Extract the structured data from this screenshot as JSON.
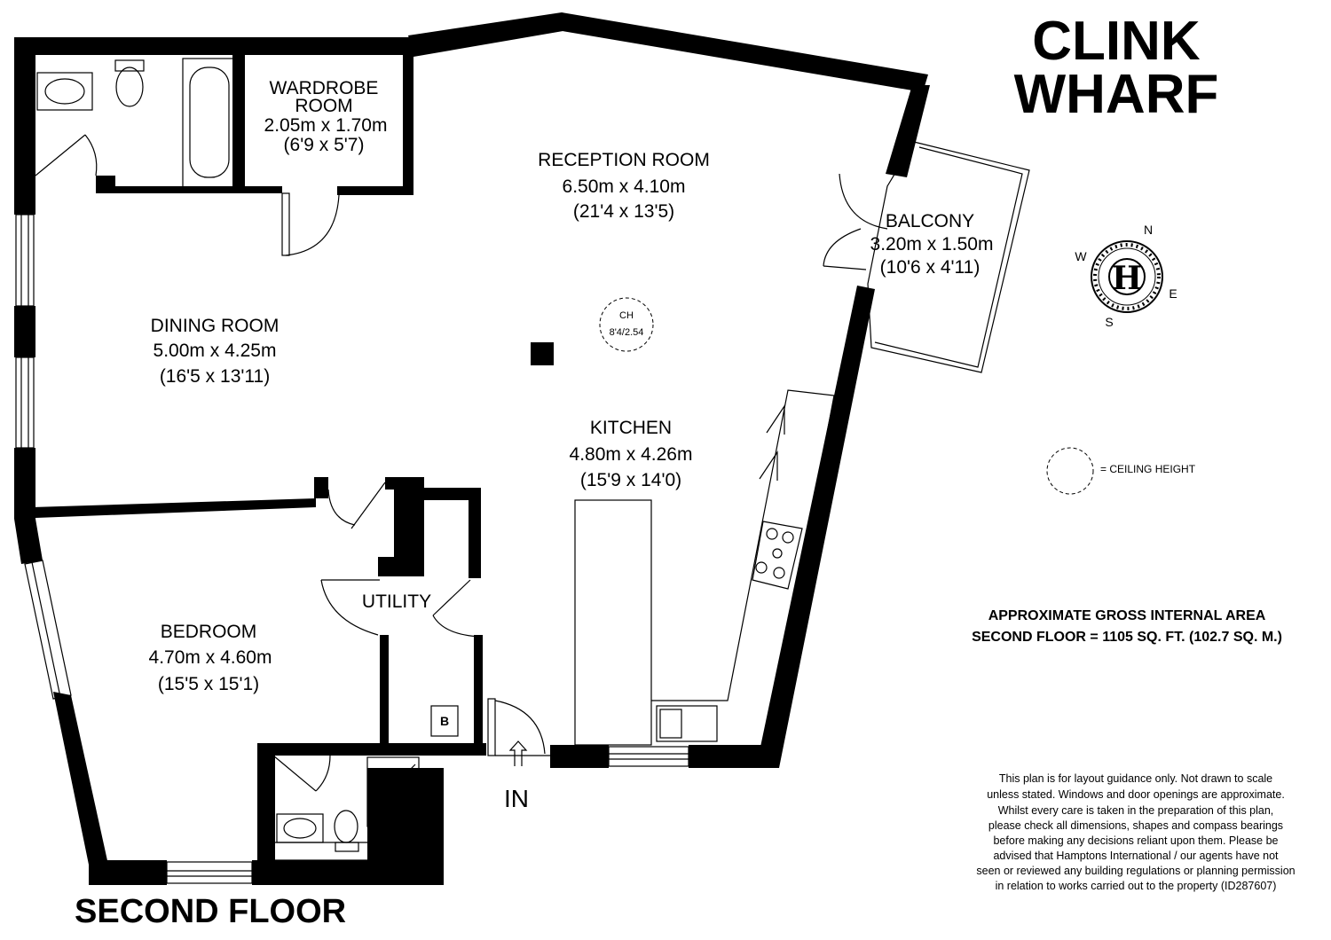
{
  "property": {
    "name_line1": "CLINK",
    "name_line2": "WHARF"
  },
  "floor_label": "SECOND FLOOR",
  "rooms": [
    {
      "id": "wardrobe",
      "name_line1": "WARDROBE",
      "name_line2": "ROOM",
      "metric": "2.05m x 1.70m",
      "imperial": "(6'9 x 5'7)"
    },
    {
      "id": "reception",
      "name": "RECEPTION ROOM",
      "metric": "6.50m x 4.10m",
      "imperial": "(21'4 x 13'5)"
    },
    {
      "id": "balcony",
      "name": "BALCONY",
      "metric": "3.20m x 1.50m",
      "imperial": "(10'6 x 4'11)"
    },
    {
      "id": "dining",
      "name": "DINING ROOM",
      "metric": "5.00m x 4.25m",
      "imperial": "(16'5 x 13'11)"
    },
    {
      "id": "kitchen",
      "name": "KITCHEN",
      "metric": "4.80m x 4.26m",
      "imperial": "(15'9 x 14'0)"
    },
    {
      "id": "utility",
      "name": "UTILITY"
    },
    {
      "id": "bedroom",
      "name": "BEDROOM",
      "metric": "4.70m x 4.60m",
      "imperial": "(15'5 x 15'1)"
    }
  ],
  "ceiling_marker": {
    "label": "CH",
    "value": "8'4/2.54"
  },
  "legend": {
    "ceiling_height": "= CEILING HEIGHT"
  },
  "boiler_label": "B",
  "entrance_label": "IN",
  "compass": {
    "n": "N",
    "e": "E",
    "s": "S",
    "w": "W",
    "logo_letter": "H"
  },
  "area": {
    "line1": "APPROXIMATE GROSS INTERNAL AREA",
    "line2": "SECOND FLOOR = 1105 SQ. FT. (102.7 SQ. M.)"
  },
  "disclaimer": [
    "This plan is for layout guidance only. Not drawn to scale",
    "unless stated. Windows and door openings are approximate.",
    "Whilst every care is taken in the preparation of this plan,",
    "please check all dimensions, shapes and compass bearings",
    "before making any decisions reliant upon them. Please be",
    "advised that Hamptons International / our agents have not",
    "seen or reviewed any building regulations or planning permission",
    "in relation to works carried out to the property (ID287607)"
  ]
}
